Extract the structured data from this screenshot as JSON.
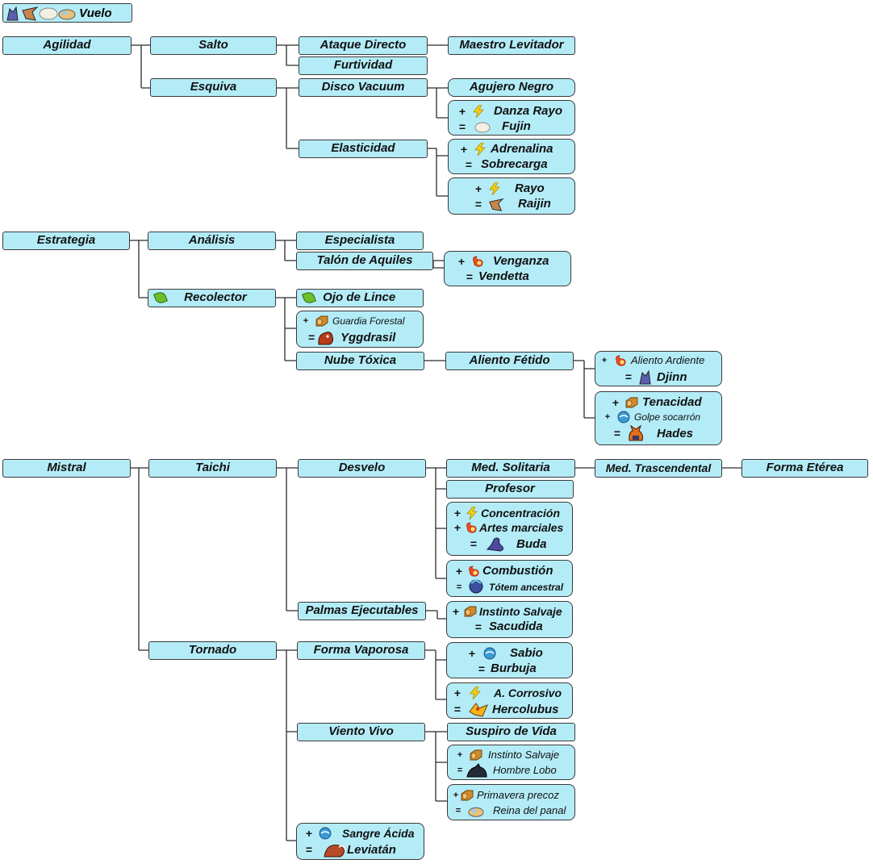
{
  "header": {
    "title": "Vuelo",
    "icons": [
      "djinn-creature-icon",
      "raijin-creature-icon",
      "fujin-cloud-icon",
      "reina-del-panal-icon"
    ]
  },
  "colors": {
    "box_fill": "#b3ecf7",
    "box_border": "#3a3a3a",
    "line": "#2b2b2b"
  },
  "tree": {
    "agilidad": "Agilidad",
    "salto": "Salto",
    "ataque_directo": "Ataque Directo",
    "maestro_levitador": "Maestro Levitador",
    "furtividad": "Furtividad",
    "esquiva": "Esquiva",
    "disco_vacuum": "Disco Vacuum",
    "agujero_negro": "Agujero Negro",
    "elasticidad": "Elasticidad",
    "estrategia": "Estrategia",
    "analisis": "Análisis",
    "especialista": "Especialista",
    "talon": "Talón de Aquiles",
    "recolector": "Recolector",
    "ojo_lince": "Ojo de Lince",
    "nube_toxica": "Nube Tóxica",
    "aliento_fetido": "Aliento Fétido",
    "mistral": "Mistral",
    "taichi": "Taichi",
    "desvelo": "Desvelo",
    "med_solitaria": "Med. Solitaria",
    "med_trascendental": "Med. Trascendental",
    "forma_eterea": "Forma Etérea",
    "profesor": "Profesor",
    "palmas": "Palmas Ejecutables",
    "tornado": "Tornado",
    "forma_vaporosa": "Forma Vaporosa",
    "viento_vivo": "Viento Vivo",
    "suspiro": "Suspiro de Vida"
  },
  "combos": {
    "fujin": {
      "plus": "+",
      "equals": "=",
      "add": "Danza Rayo",
      "result": "Fujin",
      "add_icon": "lightning-icon",
      "result_icon": "cloud-icon"
    },
    "sobrecarga": {
      "plus": "+",
      "equals": "=",
      "add": "Adrenalina",
      "result": "Sobrecarga",
      "add_icon": "lightning-icon"
    },
    "raijin": {
      "plus": "+",
      "equals": "=",
      "add": "Rayo",
      "result": "Raijin",
      "add_icon": "lightning-icon",
      "result_icon": "raijin-creature-icon"
    },
    "vendetta": {
      "plus": "+",
      "equals": "=",
      "add": "Venganza",
      "result": "Vendetta",
      "add_icon": "fire-icon"
    },
    "yggdrasil": {
      "plus": "+",
      "equals": "=",
      "add": "Guardia Forestal",
      "result": "Yggdrasil",
      "add_icon": "wood-icon",
      "result_icon": "yggdrasil-creature-icon"
    },
    "djinn": {
      "plus": "+",
      "equals": "=",
      "add": "Aliento Ardiente",
      "result": "Djinn",
      "add_icon": "fire-icon",
      "result_icon": "djinn-creature-icon"
    },
    "hades": {
      "plus": "+",
      "equals": "=",
      "add1": "Tenacidad",
      "add2": "Golpe socarrón",
      "result": "Hades",
      "add1_icon": "wood-icon",
      "add2_icon": "water-icon",
      "result_icon": "hades-creature-icon"
    },
    "buda": {
      "plus": "+",
      "equals": "=",
      "add1": "Concentración",
      "add2": "Artes marciales",
      "result": "Buda",
      "add1_icon": "lightning-icon",
      "add2_icon": "fire-icon",
      "result_icon": "buda-creature-icon"
    },
    "totem": {
      "plus": "+",
      "equals": "=",
      "add": "Combustión",
      "result": "Tótem ancestral",
      "add_icon": "fire-icon",
      "result_icon": "totem-creature-icon"
    },
    "sacudida": {
      "plus": "+",
      "equals": "=",
      "add": "Instinto Salvaje",
      "result": "Sacudida",
      "add_icon": "wood-icon"
    },
    "burbuja": {
      "plus": "+",
      "equals": "=",
      "add": "Sabio",
      "result": "Burbuja",
      "add_icon": "water-icon"
    },
    "hercolubus": {
      "plus": "+",
      "equals": "=",
      "add": "A. Corrosivo",
      "result": "Hercolubus",
      "add_icon": "lightning-icon",
      "result_icon": "hercolubus-creature-icon"
    },
    "hombre_lobo": {
      "plus": "+",
      "equals": "=",
      "add": "Instinto Salvaje",
      "result": "Hombre Lobo",
      "add_icon": "wood-icon",
      "result_icon": "hombre-lobo-creature-icon"
    },
    "reina": {
      "plus": "+",
      "equals": "=",
      "add": "Primavera precoz",
      "result": "Reina del panal",
      "add_icon": "wood-icon",
      "result_icon": "reina-del-panal-icon"
    },
    "leviatan": {
      "plus": "+",
      "equals": "=",
      "add": "Sangre Ácida",
      "result": "Leviatán",
      "add_icon": "water-icon",
      "result_icon": "leviatan-creature-icon"
    }
  }
}
